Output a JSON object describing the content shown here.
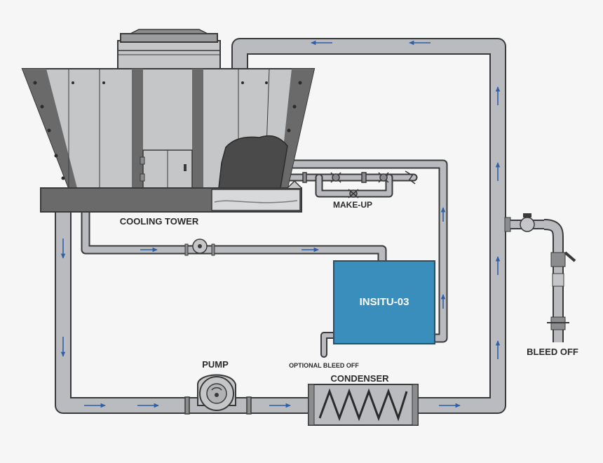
{
  "labels": {
    "cooling_tower": "COOLING TOWER",
    "make_up": "MAKE-UP",
    "unit": "INSITU-03",
    "optional_bleed_off": "OPTIONAL BLEED OFF",
    "pump": "PUMP",
    "condenser": "CONDENSER",
    "bleed_off": "BLEED OFF"
  },
  "colors": {
    "pipe": "#b9bbbe",
    "pipe_outline": "#3a3a3a",
    "tower_dark": "#6a6a6a",
    "tower_light": "#c4c6c8",
    "unit_fill": "#3a8ebc",
    "unit_text": "#ffffff",
    "flow_arrow": "#2e5fa8"
  },
  "icons": [
    "flow-arrow-icon",
    "valve-icon",
    "pump-icon",
    "flow-meter-icon"
  ]
}
